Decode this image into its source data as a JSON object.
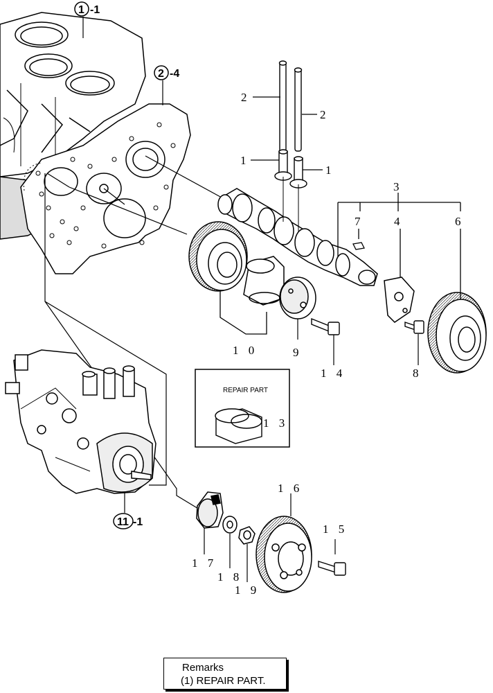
{
  "callouts": {
    "ref_1": "1",
    "ref_1_suffix": "-1",
    "ref_2": "2",
    "ref_2_suffix": "-4",
    "ref_11": "11",
    "ref_11_suffix": "-1",
    "part_2a": "2",
    "part_2b": "2",
    "part_1a": "1",
    "part_1b": "1",
    "part_3": "3",
    "part_7": "7",
    "part_4": "4",
    "part_6": "6",
    "part_10": "1 0",
    "part_9": "9",
    "part_14": "1 4",
    "part_8": "8",
    "part_13": "1 3",
    "part_16": "1 6",
    "part_15": "1 5",
    "part_17": "1 7",
    "part_18": "1 8",
    "part_19": "1 9"
  },
  "repair_box": {
    "title": "REPAIR PART"
  },
  "remarks": {
    "title": "Remarks",
    "line_1": "(1) REPAIR PART."
  }
}
